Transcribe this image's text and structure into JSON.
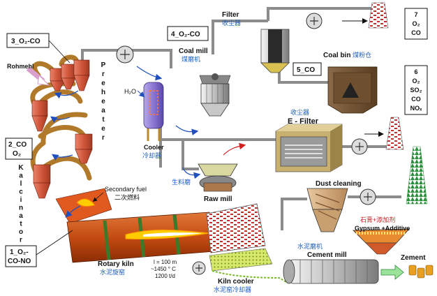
{
  "labels": {
    "filter_en": "Filter",
    "filter_cn": "收尘器",
    "coal_mill_en": "Coal mill",
    "coal_mill_cn": "煤磨机",
    "coal_bin_en": "Coal bin",
    "coal_bin_cn": "煤粉仓",
    "rohmehl": "Rohmehl",
    "h2o": "H₂O",
    "cooler_en": "Cooler",
    "cooler_cn": "冷却器",
    "e_filter_cn": "收尘器",
    "e_filter_en": "E - Filter",
    "secondary_fuel_en": "Secondary fuel",
    "secondary_fuel_cn": "二次燃料",
    "raw_mill_cn": "生料磨",
    "raw_mill_en": "Raw mill",
    "dust_cleaning": "Dust cleaning",
    "gypsum_cn": "石膏+添加剂",
    "gypsum_en": "Gypsum +Additive",
    "rotary_kiln_en": "Rotary kiln",
    "rotary_kiln_cn": "水泥旋窑",
    "kiln_spec_1": "l = 100 m",
    "kiln_spec_2": "~1450 ° C",
    "kiln_spec_3": "1200 t/d",
    "kiln_cooler_en": "Kiln cooler",
    "kiln_cooler_cn": "水泥窑冷却器",
    "cement_mill_cn": "水泥磨机",
    "cement_mill_en": "Cement mill",
    "zement": "Zement",
    "preheater_letters": [
      "P",
      "r",
      "e",
      "h",
      "e",
      "a",
      "t",
      "e",
      "r"
    ],
    "kalcinator_letters": [
      "K",
      "a",
      "l",
      "c",
      "i",
      "n",
      "a",
      "t",
      "o",
      "r"
    ]
  },
  "boxes": {
    "b3": "3_O₂-CO",
    "b4": "4_O₂-CO",
    "b2_line1": "2_CO",
    "b2_line2": "O₂",
    "b1_line1": "1_O₂-",
    "b1_line2": "CO-NO",
    "b5": "5_CO",
    "b6": [
      "6",
      "O₂",
      "SO₂",
      "CO",
      "NOₓ"
    ],
    "b7": [
      "7",
      "O₂",
      "CO"
    ]
  },
  "colors": {
    "pipe": "#8c8c8c",
    "duct": "#b07a2a",
    "cyclone": "#c8503a",
    "kiln": "#c45a1a",
    "flame": "#ffcc00",
    "arrow_blue": "#1f4fbf",
    "arrow_red": "#d02020",
    "hazard_green": "#2a8f3a"
  }
}
